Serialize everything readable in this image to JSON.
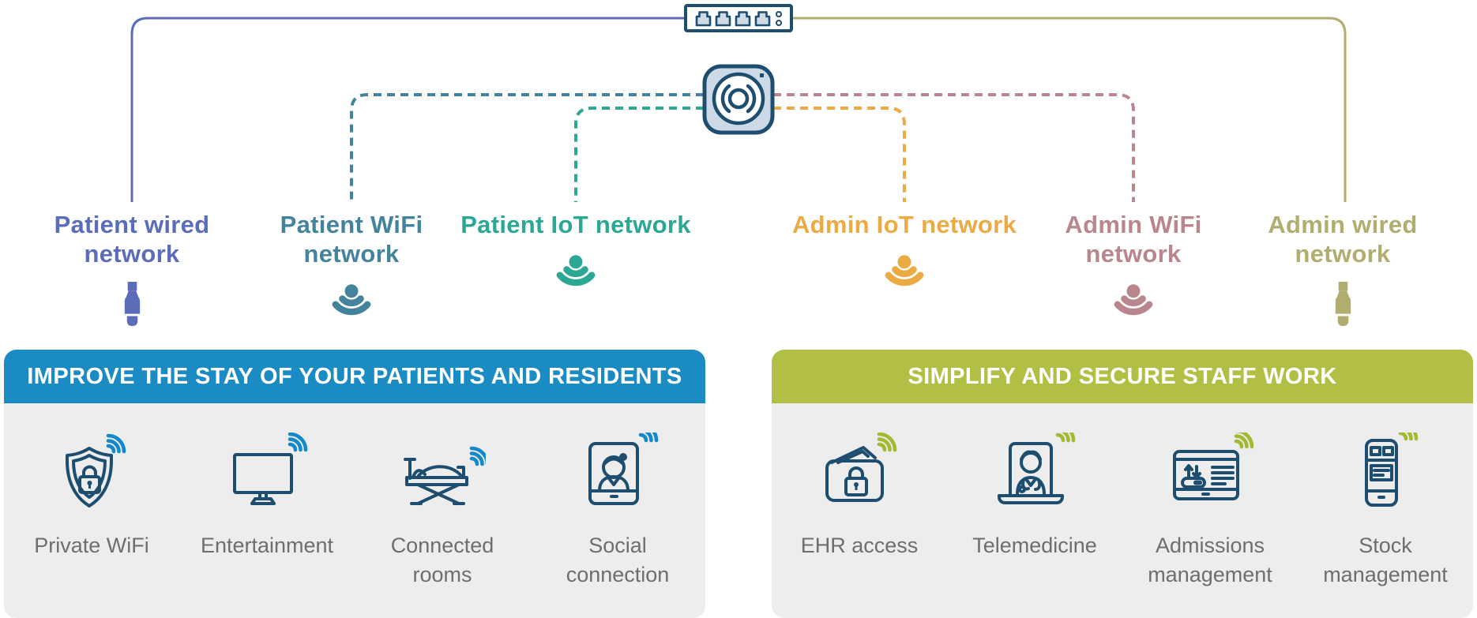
{
  "diagram": {
    "switch_icon": "ethernet-switch",
    "router_icon": "wifi-router",
    "outline_color": "#1d4e70",
    "networks": [
      {
        "id": "patient-wired",
        "label": "Patient wired network",
        "color": "#5b6cb8",
        "icon": "ethernet-plug-icon",
        "line_style": "solid"
      },
      {
        "id": "patient-wifi",
        "label": "Patient WiFi network",
        "color": "#44839c",
        "icon": "wifi-signal-icon",
        "line_style": "dashed"
      },
      {
        "id": "patient-iot",
        "label": "Patient IoT network",
        "color": "#2aa893",
        "icon": "wifi-signal-icon",
        "line_style": "dashed"
      },
      {
        "id": "admin-iot",
        "label": "Admin IoT network",
        "color": "#ecaa43",
        "icon": "wifi-signal-icon",
        "line_style": "dashed"
      },
      {
        "id": "admin-wifi",
        "label": "Admin WiFi network",
        "color": "#b9868d",
        "icon": "wifi-signal-icon",
        "line_style": "dashed"
      },
      {
        "id": "admin-wired",
        "label": "Admin wired network",
        "color": "#b1ad6f",
        "icon": "ethernet-plug-icon",
        "line_style": "solid"
      }
    ]
  },
  "panels": [
    {
      "title": "IMPROVE THE STAY OF YOUR PATIENTS AND RESIDENTS",
      "header_color": "#1b8bc3",
      "signal_color": "#1389ca",
      "services": [
        {
          "label": "Private WiFi",
          "icon": "shield-lock-icon"
        },
        {
          "label": "Entertainment",
          "icon": "tv-icon"
        },
        {
          "label": "Connected rooms",
          "icon": "hospital-bed-icon"
        },
        {
          "label": "Social connection",
          "icon": "video-call-icon"
        }
      ]
    },
    {
      "title": "SIMPLIFY AND SECURE STAFF WORK",
      "header_color": "#b2bf44",
      "signal_color": "#a5b832",
      "services": [
        {
          "label": "EHR access",
          "icon": "folder-lock-icon"
        },
        {
          "label": "Telemedicine",
          "icon": "laptop-doctor-icon"
        },
        {
          "label": "Admissions management",
          "icon": "tablet-admissions-icon"
        },
        {
          "label": "Stock management",
          "icon": "phone-stock-icon"
        }
      ]
    }
  ]
}
